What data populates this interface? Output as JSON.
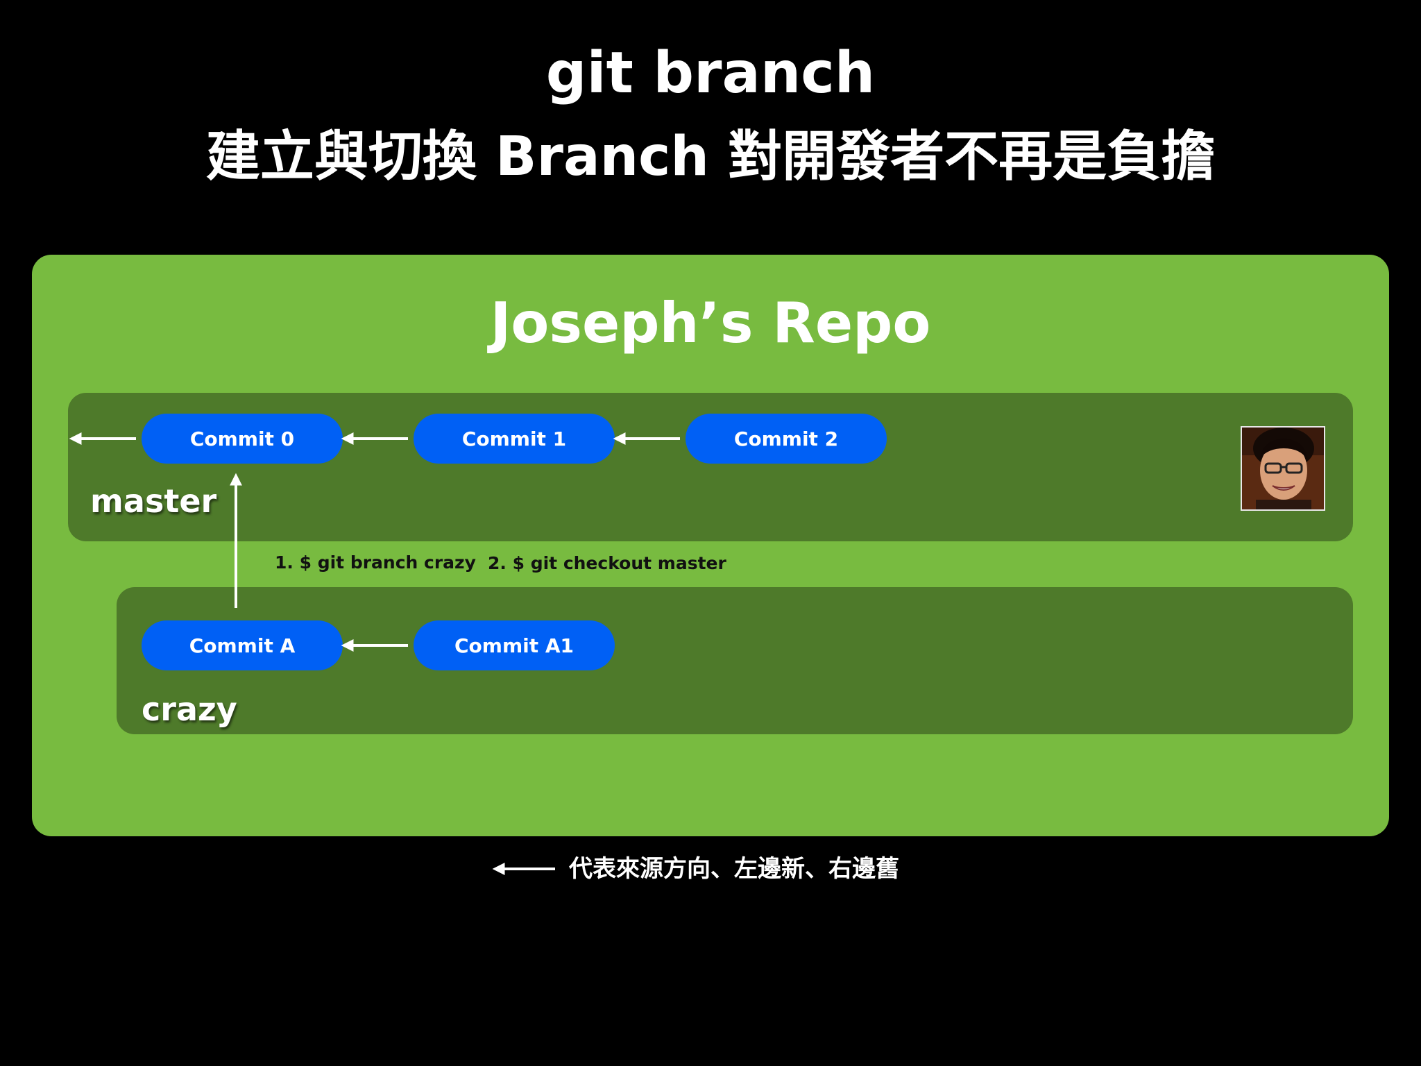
{
  "title": {
    "line1": "git branch",
    "line2": "建立與切換 Branch 對開發者不再是負擔"
  },
  "repo": {
    "title": "Joseph’s Repo"
  },
  "branches": {
    "master": {
      "label": "master",
      "commits": [
        "Commit 0",
        "Commit 1",
        "Commit 2"
      ]
    },
    "crazy": {
      "label": "crazy",
      "commits": [
        "Commit A",
        "Commit A1"
      ]
    }
  },
  "commands": [
    "1. $ git branch crazy",
    "2. $ git checkout master"
  ],
  "legend": {
    "text": "代表來源方向、左邊新、右邊舊"
  },
  "avatar": {
    "icon": "person-photo-icon"
  },
  "colors": {
    "background": "#000000",
    "repo": "#78BB40",
    "lane": "#4E7A2A",
    "commit": "#0060F5",
    "arrow": "#ffffff",
    "command_text": "#111111"
  }
}
